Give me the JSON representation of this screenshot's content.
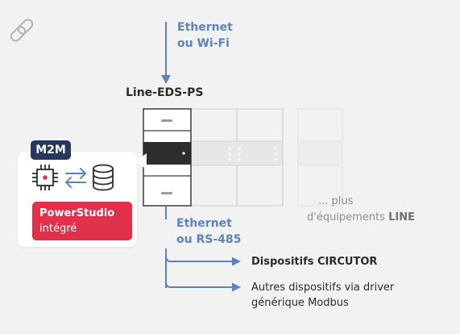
{
  "labels": {
    "ethernet_wifi_1": "Ethernet",
    "ethernet_wifi_2": "ou Wi-Fi",
    "device_name": "Line-EDS-PS",
    "badge": "M2M",
    "powerstudio_1": "PowerStudio",
    "powerstudio_2": "intégré",
    "ethernet_rs_1": "Ethernet",
    "ethernet_rs_2": "ou RS-485",
    "more_1": "... plus",
    "more_2_prefix": "d'équipements ",
    "more_2_bold": "LINE",
    "target_1": "Dispositifs CIRCUTOR",
    "target_2_line1": "Autres dispositifs via driver",
    "target_2_line2": "générique Modbus"
  },
  "icons": [
    "link-icon",
    "chip-icon",
    "exchange-arrows-icon",
    "database-icon"
  ],
  "colors": {
    "background": "#f2f2f2",
    "arrow_blue": "#5b82c1",
    "badge_navy": "#27385e",
    "powerstudio_red": "#e0304a",
    "module_dark": "#2d2d2d"
  }
}
